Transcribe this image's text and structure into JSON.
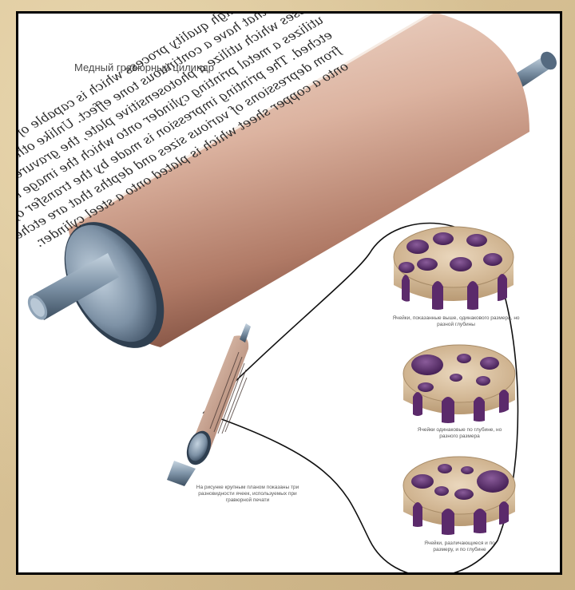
{
  "title": "Медный гравюрный цилиндр",
  "cylinder_text": [
    "Gravure is a high quality process which is capable of printing",
    "images that have a continuous tone effect. Unlike other pro-",
    "cesses which utilize a photosensitive plate, the gravure process",
    "utilizes a metal printing cylinder onto which the image is",
    "etched. The printing impression is made by the transfer of ink",
    "from depressions of various sizes and depths that are etched",
    "onto a copper sheet which is plated onto a steel cylinder."
  ],
  "captions": {
    "cells_same_size": "Ячейки, показанные выше, одинакового размера, но разной глубины",
    "cells_same_depth": "Ячейки одинаковые по глубине, но разного размера",
    "cells_varying": "Ячейки, различающиеся и по размеру, и по глубине",
    "closeup_note": "На рисунке крупным планом показаны три разновидности ячеек, используемых при гравюрной печати"
  },
  "colors": {
    "copper_light": "#f1d8c9",
    "copper_mid": "#c9977f",
    "copper_dark": "#8a5a4a",
    "steel_light": "#aebfcf",
    "steel_dark": "#3d4f62",
    "cell_purple": "#5b2a6b",
    "cell_rim": "#d9c3a6"
  }
}
